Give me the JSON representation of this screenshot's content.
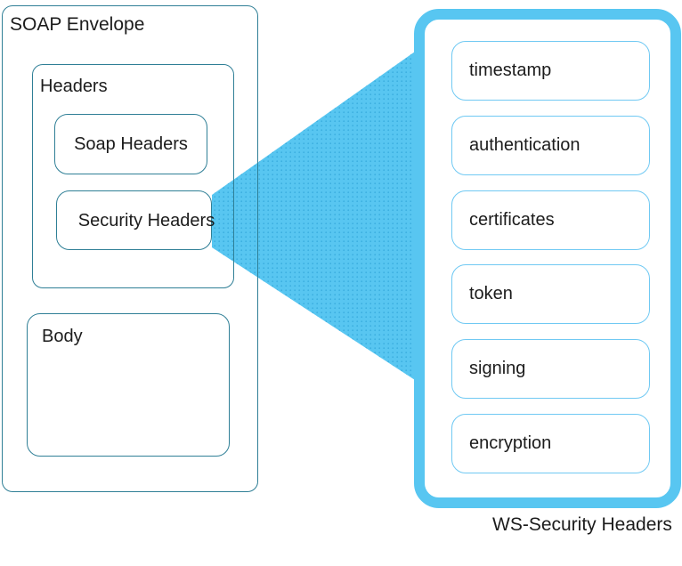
{
  "colors": {
    "teal": "#2f7f96",
    "cyan": "#58c6f1",
    "cyan_dot": "#3bafe0",
    "item_border": "#70c9f3",
    "text": "#1c1c1c"
  },
  "soap_envelope": {
    "title": "SOAP Envelope",
    "headers": {
      "title": "Headers",
      "soap_headers_label": "Soap Headers",
      "security_headers_label": "Security Headers"
    },
    "body": {
      "title": "Body"
    }
  },
  "ws_panel": {
    "caption": "WS-Security Headers",
    "items": [
      "timestamp",
      "authentication",
      "certificates",
      "token",
      "signing",
      "encryption"
    ]
  }
}
